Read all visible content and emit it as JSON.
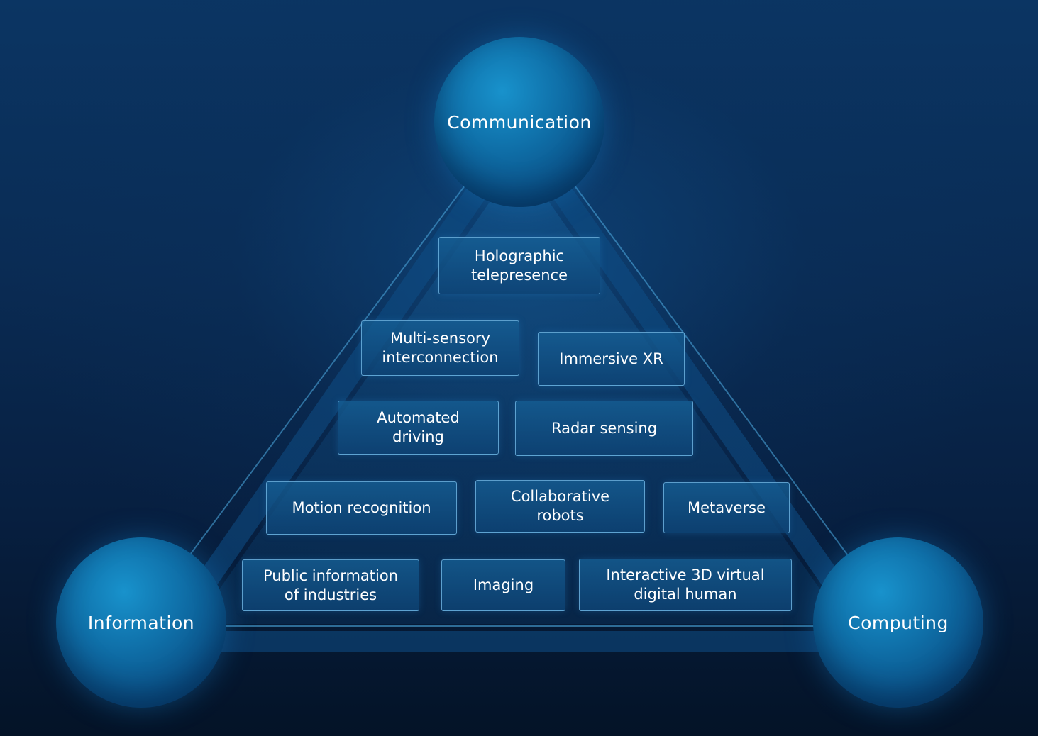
{
  "nodes": {
    "top": "Communication",
    "left": "Information",
    "right": "Computing"
  },
  "applications": [
    "Holographic\ntelepresence",
    "Multi-sensory\ninterconnection",
    "Immersive XR",
    "Automated\ndriving",
    "Radar sensing",
    "Motion recognition",
    "Collaborative\nrobots",
    "Metaverse",
    "Public information\nof industries",
    "Imaging",
    "Interactive 3D virtual\ndigital human"
  ],
  "colors": {
    "background": "#0a2c55",
    "node_fill": "#0f6fa8",
    "box_border": "#78bee b",
    "edge": "#4aa3d8"
  }
}
